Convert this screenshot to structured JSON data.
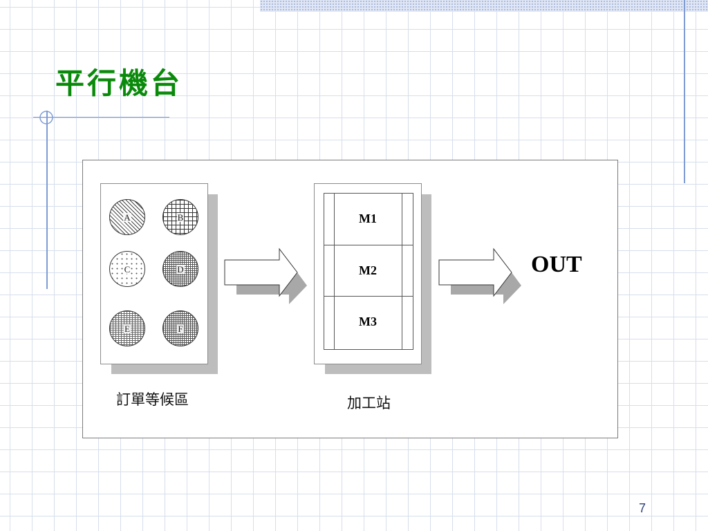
{
  "slide": {
    "title": "平行機台",
    "page_number": "7"
  },
  "diagram": {
    "queue": {
      "label": "訂單等候區",
      "orders": [
        "A",
        "B",
        "C",
        "D",
        "E",
        "F"
      ]
    },
    "station": {
      "label": "加工站",
      "machines": [
        "M1",
        "M2",
        "M3"
      ]
    },
    "output_label": "OUT"
  }
}
